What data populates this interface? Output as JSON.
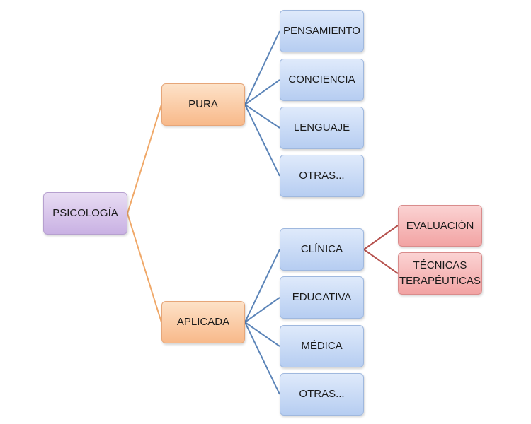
{
  "root": {
    "label": "PSICOLOGÍA"
  },
  "branches": {
    "pura": {
      "label": "PURA",
      "children": [
        "PENSAMIENTO",
        "CONCIENCIA",
        "LENGUAJE",
        "OTRAS..."
      ]
    },
    "aplicada": {
      "label": "APLICADA",
      "children": [
        "CLÍNICA",
        "EDUCATIVA",
        "MÉDICA",
        "OTRAS..."
      ]
    }
  },
  "clinica_children": [
    "EVALUACIÓN",
    "TÉCNICAS\nTERAPÉUTICAS"
  ],
  "colors": {
    "root": "#c9b1e3",
    "level1": "#f8b98a",
    "level2": "#b6cdf1",
    "level3": "#f2a3a3",
    "orange_link": "#f0a868",
    "blue_link": "#5b84b8",
    "red_link": "#b5504c"
  }
}
